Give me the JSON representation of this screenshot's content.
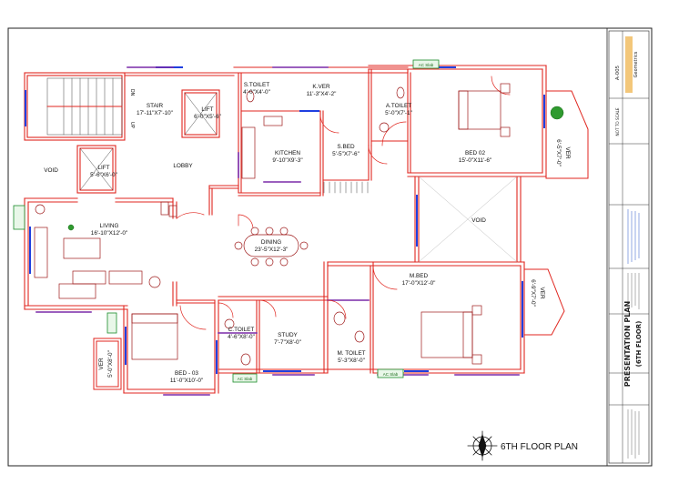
{
  "plan": {
    "title": "6TH FLOOR PLAN",
    "rooms": [
      {
        "key": "stair",
        "name": "STAIR",
        "dim": "17'-11\"X7'-10\""
      },
      {
        "key": "lift1",
        "name": "LIFT",
        "dim": "6'-0\"X5'-6\""
      },
      {
        "key": "lift2",
        "name": "LIFT",
        "dim": "5'-6\"X6'-0\""
      },
      {
        "key": "lobby",
        "name": "LOBBY",
        "dim": ""
      },
      {
        "key": "void1",
        "name": "VOID",
        "dim": ""
      },
      {
        "key": "stoilet",
        "name": "S.TOILET",
        "dim": "4'-0\"X4'-0\""
      },
      {
        "key": "kver",
        "name": "K.VER",
        "dim": "11'-3\"X4'-2\""
      },
      {
        "key": "kitchen",
        "name": "KITCHEN",
        "dim": "9'-10\"X9'-3\""
      },
      {
        "key": "sbed",
        "name": "S.BED",
        "dim": "5'-5\"X7'-6\""
      },
      {
        "key": "atoilet",
        "name": "A.TOILET",
        "dim": "5'-0\"X7'-1\""
      },
      {
        "key": "bed02",
        "name": "BED 02",
        "dim": "15'-0\"X11'-6\""
      },
      {
        "key": "living",
        "name": "LIVING",
        "dim": "16'-10\"X12'-0\""
      },
      {
        "key": "dining",
        "name": "DINING",
        "dim": "23'-5\"X12'-3\""
      },
      {
        "key": "void2",
        "name": "VOID",
        "dim": ""
      },
      {
        "key": "mbed",
        "name": "M.BED",
        "dim": "17'-0\"X12'-0\""
      },
      {
        "key": "ctoilet",
        "name": "C.TOILET",
        "dim": "4'-6\"X8'-0\""
      },
      {
        "key": "study",
        "name": "STUDY",
        "dim": "7'-7\"X8'-0\""
      },
      {
        "key": "mtoilet",
        "name": "M. TOILET",
        "dim": "5'-3\"X8'-0\""
      },
      {
        "key": "bed03",
        "name": "BED - 03",
        "dim": "11'-0\"X10'-0\""
      }
    ],
    "verandas": [
      {
        "key": "ver1",
        "label": "VER",
        "dim": "6'-5\"X7'-0\""
      },
      {
        "key": "ver2",
        "label": "VER",
        "dim": "6'-9\"X7'-0\""
      },
      {
        "key": "ver3",
        "label": "VER",
        "dim": "5'-0\"X8'-0\""
      }
    ],
    "ac_slab": "AC Slab",
    "stair_marks": [
      "DN",
      "UP"
    ]
  },
  "title_block": {
    "drawing_title": "PRESENTATION PLAN",
    "floor": "(6TH FLOOR)",
    "sheet_no": "A-005",
    "scale": "NOT TO SCALE",
    "company": "Geometrics"
  },
  "colors": {
    "wall": "#e0261f",
    "window": "#1f3fe0",
    "door": "#e0261f",
    "furniture": "#9e1a1a",
    "parapet": "#7a2aa8"
  }
}
